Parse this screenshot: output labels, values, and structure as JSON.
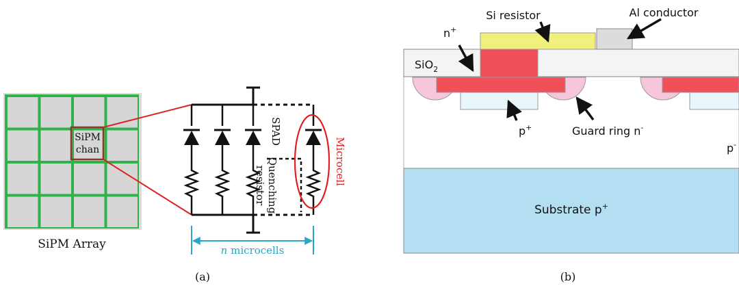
{
  "panel_a": {
    "array_label": "SiPM Array",
    "channel_label_line1": "SiPM",
    "channel_label_line2": "chan",
    "spad_label": "SPAD",
    "quenching_label_line1": "Quenching",
    "quenching_label_line2": "resistor",
    "microcell_label": "Microcell",
    "microcells_italic": "n",
    "microcells_text": " microcells",
    "caption": "(a)"
  },
  "panel_b": {
    "si_resistor": "Si resistor",
    "al_conductor": "Al conductor",
    "n_plus_base": "n",
    "n_plus_sup": "+",
    "sio2_base": "SiO",
    "sio2_sub": "2",
    "p_plus_base": "p",
    "p_plus_sup": "+",
    "guard_ring_base": "Guard ring n",
    "guard_ring_sup": "-",
    "p_minus_base": "p",
    "p_minus_sup": "-",
    "substrate_base": "Substrate p",
    "substrate_sup": "+",
    "caption": "(b)"
  },
  "colors": {
    "grid_green": "#2db34a",
    "cell_gray": "#d6d6d6",
    "zoom_red": "#e02020",
    "microcell_red": "#e02020",
    "dimension_teal": "#2aa6c4",
    "si_resistor_yellow": "#f2f07c",
    "al_conductor_gray": "#dcdcdc",
    "n_plus_red": "#f0505a",
    "guard_ring_pink": "#f5c6dc",
    "p_plus_blue": "#e8f6fb",
    "substrate_blue": "#b4dff2"
  }
}
